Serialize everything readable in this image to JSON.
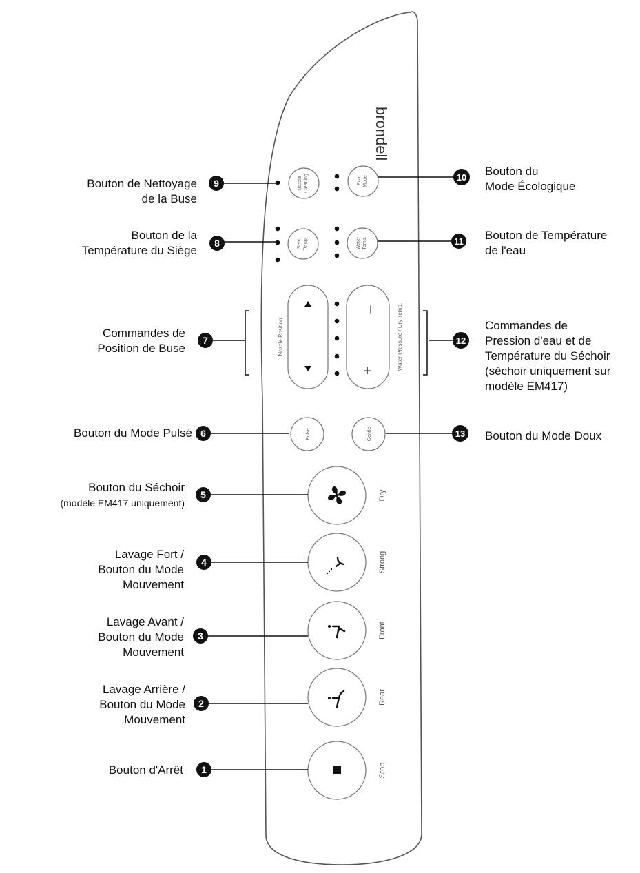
{
  "brand": "brondell",
  "buttons": {
    "nozzle_cleaning": [
      "Nozzle",
      "Cleaning"
    ],
    "eco_mode": [
      "Eco",
      "Mode"
    ],
    "seat_temp": [
      "Seat",
      "Temp."
    ],
    "water_temp": [
      "Water",
      "Temp."
    ],
    "nozzle_position": "Nozzle Position",
    "water_pressure_dry_temp": "Water Pressure / Dry Temp.",
    "minus": "–",
    "plus": "+",
    "pulse": "Pulse",
    "gentle": "Gentle",
    "dry": "Dry",
    "strong": "Strong",
    "front": "Front",
    "rear": "Rear",
    "stop": "Stop"
  },
  "callouts": {
    "n1": "1",
    "n2": "2",
    "n3": "3",
    "n4": "4",
    "n5": "5",
    "n6": "6",
    "n7": "7",
    "n8": "8",
    "n9": "9",
    "n10": "10",
    "n11": "11",
    "n12": "12",
    "n13": "13"
  },
  "labels": {
    "l1": [
      "Bouton d'Arrêt"
    ],
    "l2": [
      "Lavage Arrière /",
      "Bouton du Mode",
      "Mouvement"
    ],
    "l3": [
      "Lavage Avant /",
      "Bouton du Mode",
      "Mouvement"
    ],
    "l4": [
      "Lavage Fort /",
      "Bouton du Mode",
      "Mouvement"
    ],
    "l5": [
      "Bouton du Séchoir",
      "(modèle EM417 uniquement)"
    ],
    "l6": [
      "Bouton du Mode Pulsé"
    ],
    "l7": [
      "Commandes de",
      "Position de Buse"
    ],
    "l8": [
      "Bouton de la",
      "Température du Siège"
    ],
    "l9": [
      "Bouton de Nettoyage",
      "de la Buse"
    ],
    "l10": [
      "Bouton du",
      "Mode Écologique"
    ],
    "l11": [
      "Bouton de Température",
      "de l'eau"
    ],
    "l12": [
      "Commandes de",
      "Pression d'eau et de",
      "Température du Séchoir",
      "(séchoir uniquement sur",
      "modèle EM417)"
    ],
    "l13": [
      "Bouton du Mode Doux"
    ]
  }
}
